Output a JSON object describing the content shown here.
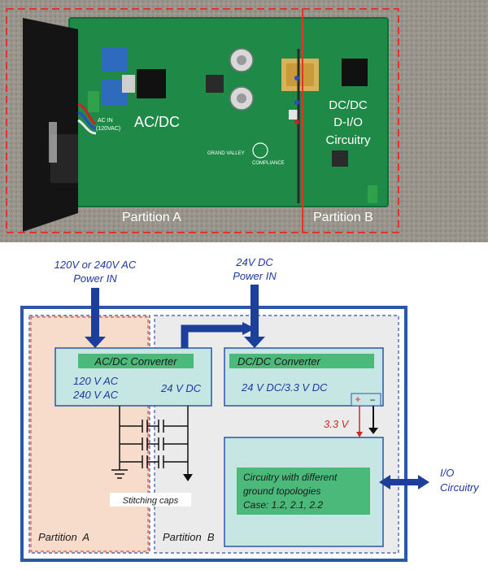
{
  "photo": {
    "labels": {
      "acdc": "AC/DC",
      "partition_a": "Partition A",
      "partition_b": "Partition B",
      "dcdc_lines": [
        "DC/DC",
        "D-I/O",
        "Circuitry"
      ]
    },
    "board_text": {
      "ac_in": "AC IN",
      "ac_voltage": "(120VAC)",
      "university": "GRAND VALLEY",
      "compliance": "COMPLIANCE"
    }
  },
  "diagram": {
    "ac_input_lines": [
      "120V or 240V AC",
      "Power IN"
    ],
    "dc_input_lines": [
      "24V DC",
      "Power IN"
    ],
    "acdc_box": {
      "title": "AC/DC Converter",
      "input_lines": [
        "120 V AC",
        "240 V AC"
      ],
      "output": "24 V DC"
    },
    "dcdc_box": {
      "title": "DC/DC Converter",
      "subtitle": "24 V DC/3.3 V DC",
      "plus": "+",
      "minus": "−"
    },
    "rail_label": "3.3 V",
    "circuit_box": {
      "lines": [
        "Circuitry with different",
        "ground topologies",
        "Case: 1.2, 2.1, 2.2"
      ]
    },
    "io_lines": [
      "I/O",
      "Circuitry"
    ],
    "stitching_caps": "Stitching caps",
    "partition_a": "Partition  A",
    "partition_b": "Partition  B"
  },
  "colors": {
    "pcb_green": "#1f8a47",
    "border_blue": "#2d55a8",
    "arrow_blue": "#1c3f9c",
    "partition_a_fill": "#f7dccb",
    "partition_b_fill": "#ebebeb",
    "box_fill": "#c6e6e3",
    "title_fill": "#4ab97a",
    "dashed_red": "#e0352b"
  }
}
